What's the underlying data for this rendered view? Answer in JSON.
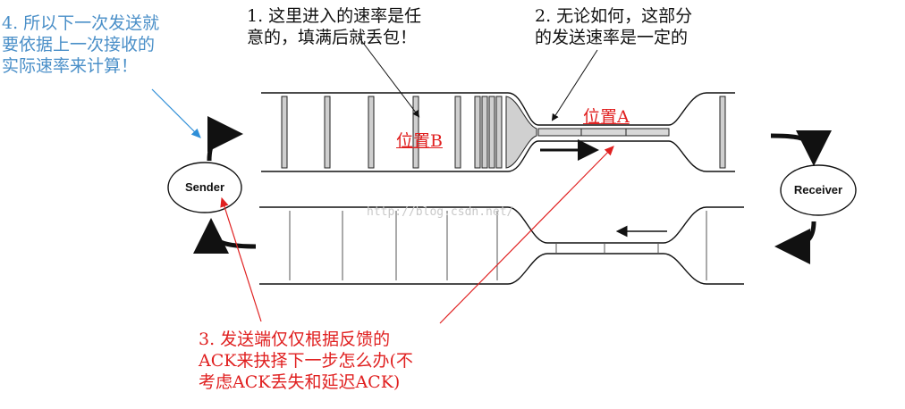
{
  "annotations": {
    "note4": [
      "4. 所以下一次发送就",
      "要依据上一次接收的",
      "实际速率来计算！"
    ],
    "note1": [
      "1. 这里进入的速率是任",
      "意的，填满后就丢包！"
    ],
    "note2": [
      "2. 无论如何，这部分",
      "的发送速率是一定的"
    ],
    "note3": [
      "3. 发送端仅仅根据反馈的",
      "ACK来抉择下一步怎么办(不",
      "考虑ACK丢失和延迟ACK)"
    ]
  },
  "labels": {
    "position_a": "位置A",
    "position_b": "位置B",
    "sender": "Sender",
    "receiver": "Receiver"
  },
  "watermark": "http://blog.csdn.net/",
  "colors": {
    "blue_note": "#4a8fc8",
    "red_note": "#e02020",
    "pipe_fill": "#cccccc",
    "line": "#111111"
  }
}
